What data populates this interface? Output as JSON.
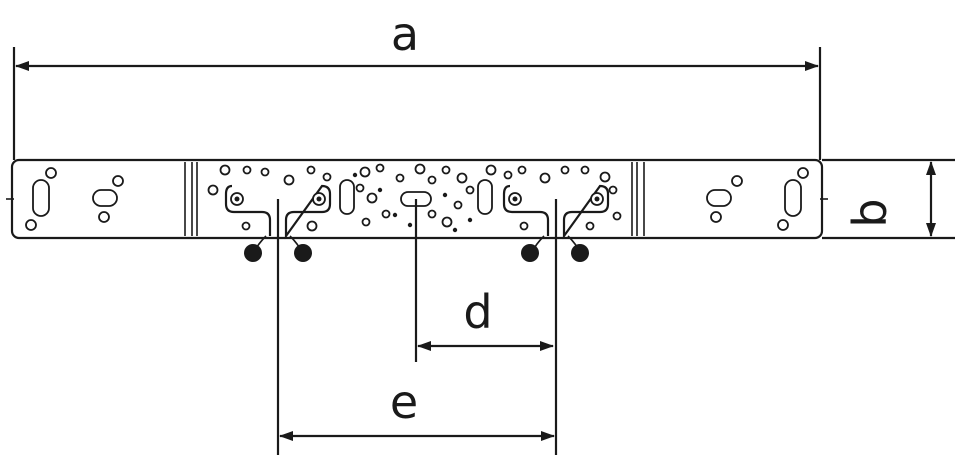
{
  "dimensions": {
    "a": "a",
    "b": "b",
    "d": "d",
    "e": "e"
  },
  "colors": {
    "line": "#1a1a1a",
    "background": "#ffffff"
  }
}
